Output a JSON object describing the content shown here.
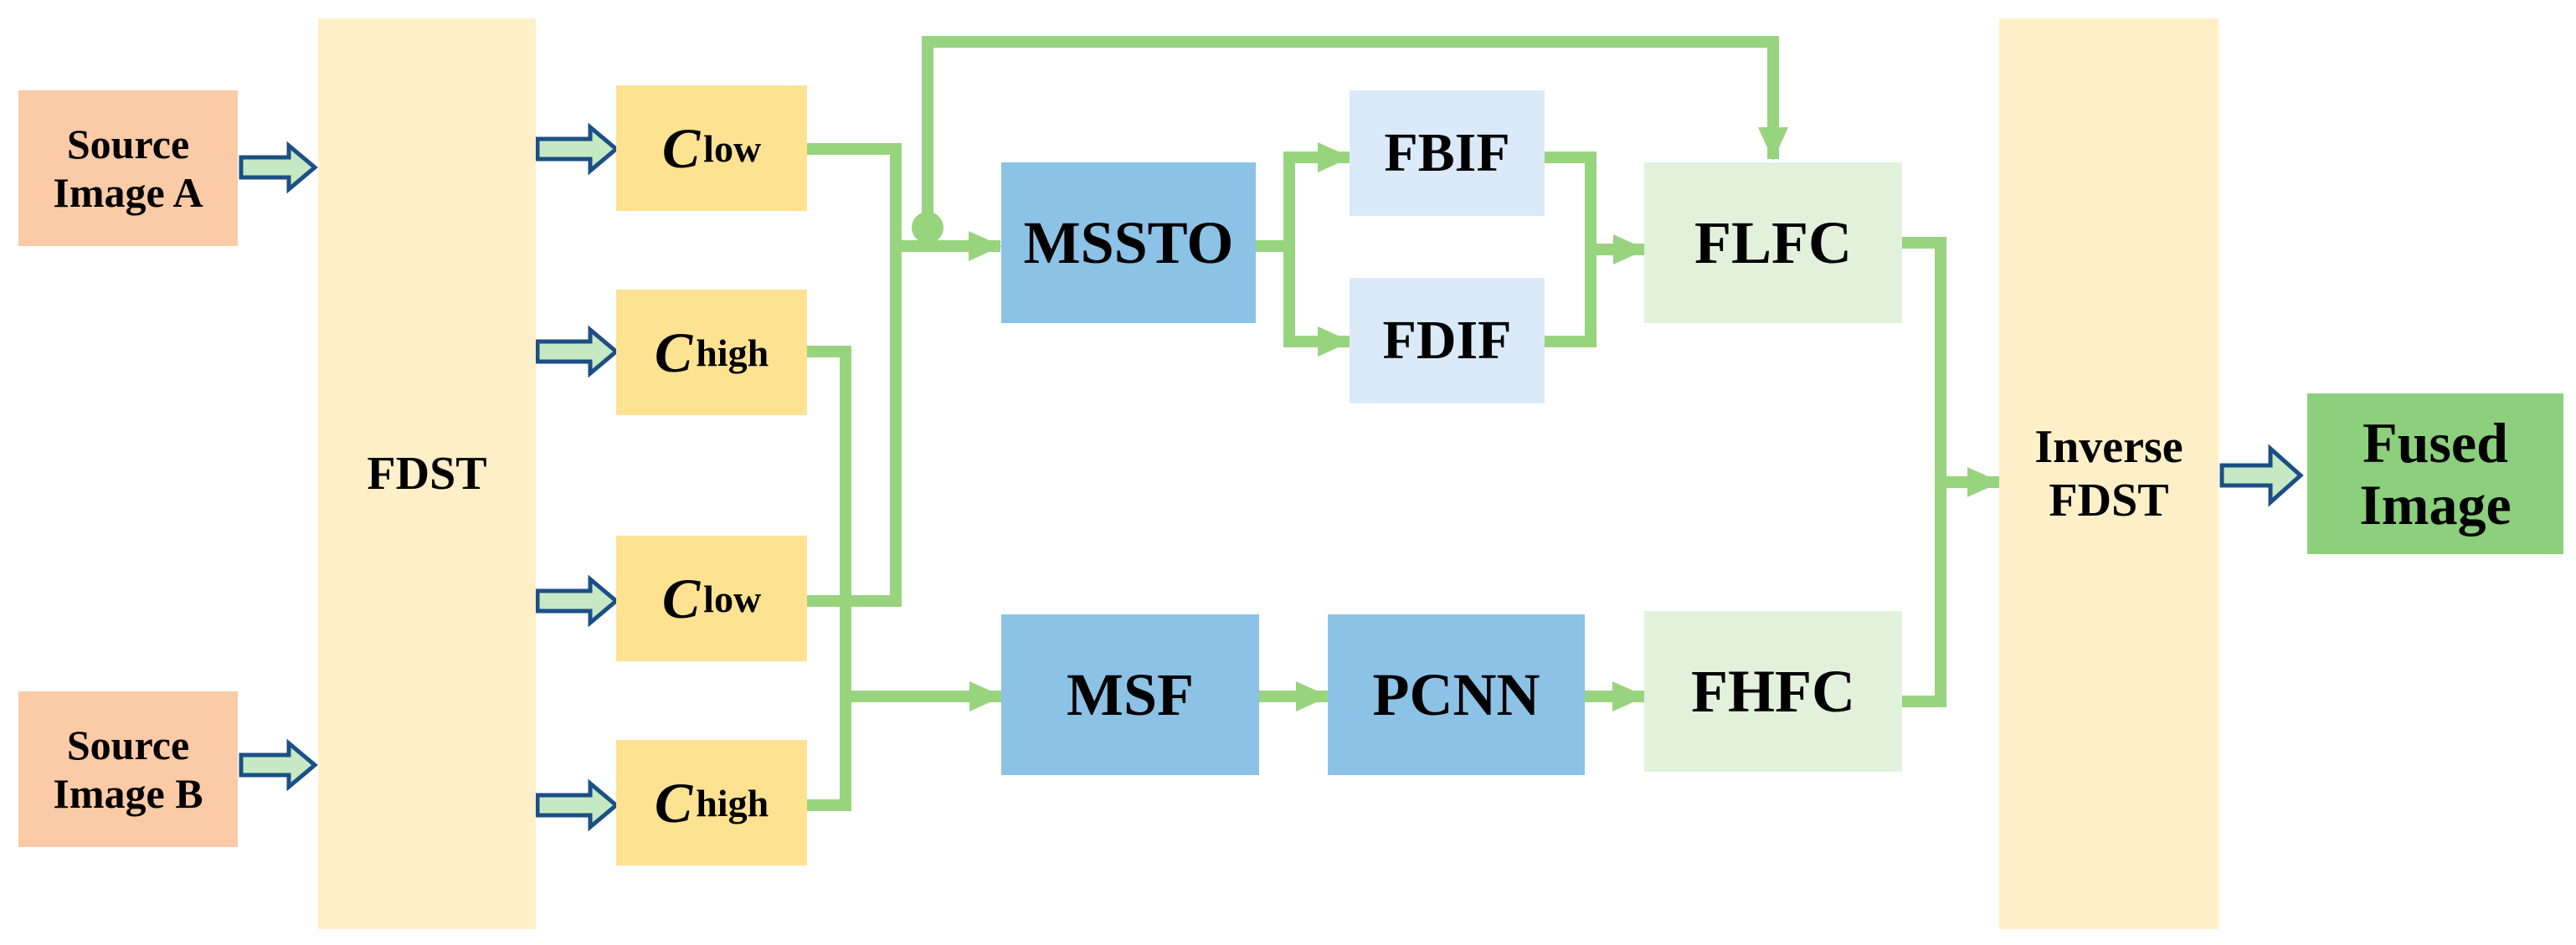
{
  "colors": {
    "source_fill": "#fbcaa6",
    "fdst_fill": "#fdefc8",
    "coef_fill": "#fde292",
    "process_fill": "#8cc2e6",
    "feature_fill": "#daeaf8",
    "fusion_fill": "#e2f1dc",
    "output_fill": "#8ccf7c",
    "connector": "#98d47e",
    "input_arrow_fill": "#c6e8c2",
    "input_arrow_stroke": "#1b4f86"
  },
  "source_a": {
    "line1": "Source",
    "line2": "Image A"
  },
  "source_b": {
    "line1": "Source",
    "line2": "Image B"
  },
  "fdst": {
    "label": "FDST"
  },
  "coefficients": [
    {
      "letter": "C",
      "sub": "low"
    },
    {
      "letter": "C",
      "sub": "high"
    },
    {
      "letter": "C",
      "sub": "low"
    },
    {
      "letter": "C",
      "sub": "high"
    }
  ],
  "mssto": {
    "label": "MSSTO"
  },
  "fbif": {
    "label": "FBIF"
  },
  "fdif": {
    "label": "FDIF"
  },
  "flfc": {
    "label": "FLFC"
  },
  "msf": {
    "label": "MSF"
  },
  "pcnn": {
    "label": "PCNN"
  },
  "fhfc": {
    "label": "FHFC"
  },
  "inverse_fdst": {
    "line1": "Inverse",
    "line2": "FDST"
  },
  "fused": {
    "line1": "Fused",
    "line2": "Image"
  }
}
